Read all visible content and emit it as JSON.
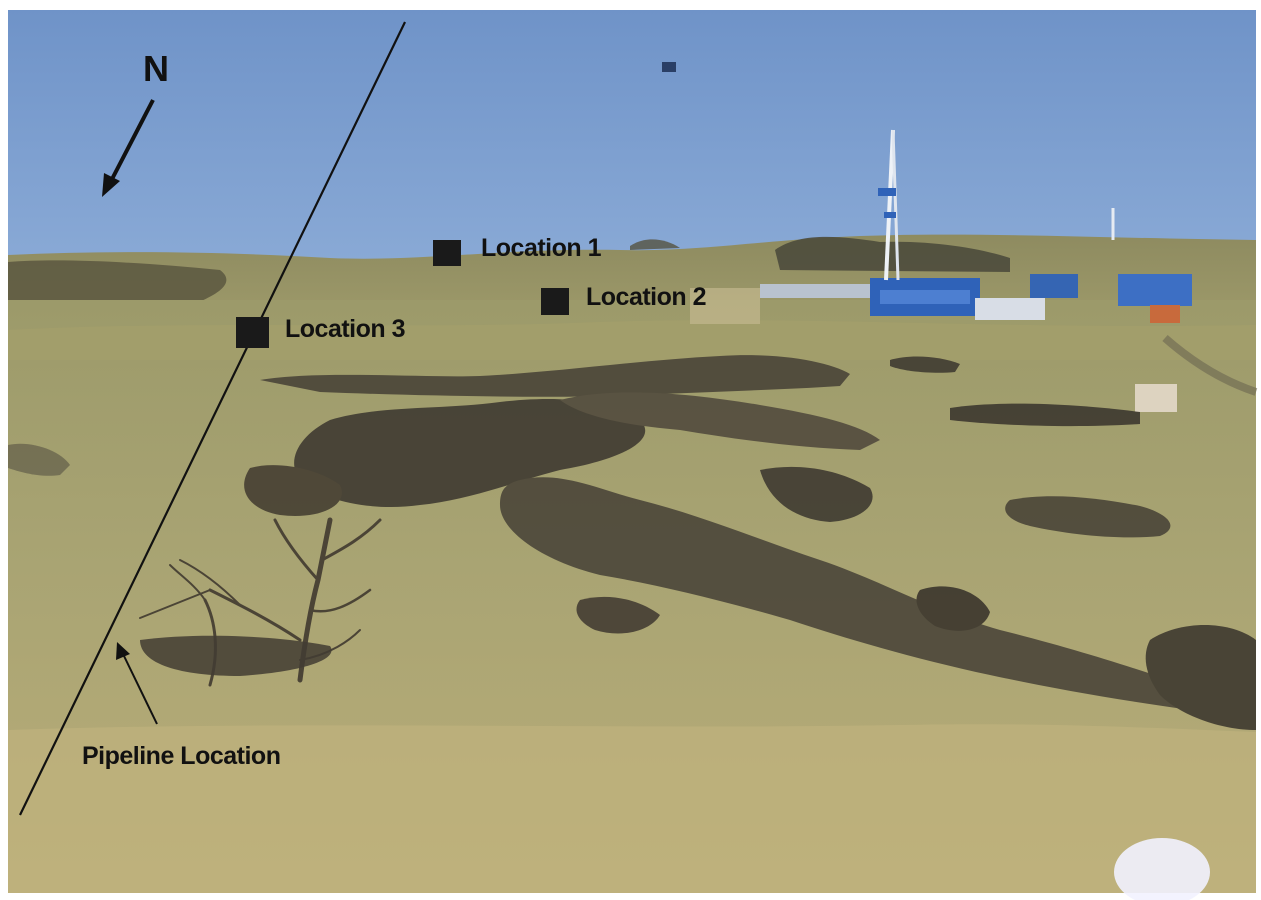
{
  "compass": {
    "letter": "N",
    "icon": "north-arrow-icon"
  },
  "markers": [
    {
      "id": "location-1",
      "label": "Location 1"
    },
    {
      "id": "location-2",
      "label": "Location 2"
    },
    {
      "id": "location-3",
      "label": "Location 3"
    }
  ],
  "pipeline": {
    "label": "Pipeline Location",
    "icon": "pointer-arrow-icon"
  },
  "colors": {
    "sky": "#7d9fcf",
    "grass": "#a8a36a",
    "shrub": "#4a4438",
    "marker": "#1a1a1a",
    "equipment": "#2f62b8"
  }
}
